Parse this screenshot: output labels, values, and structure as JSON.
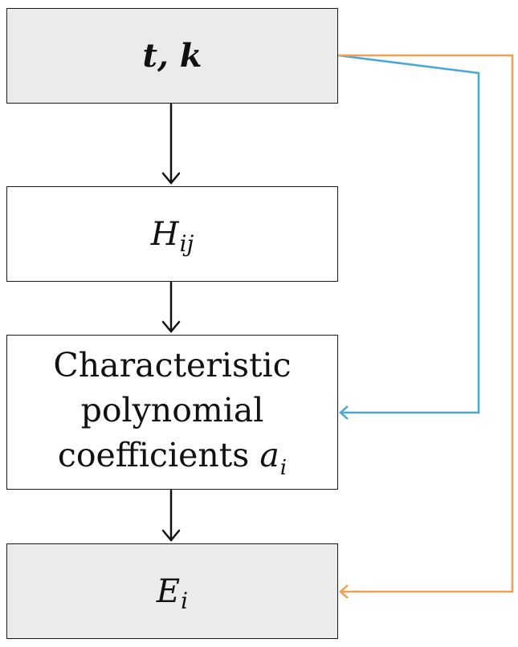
{
  "nodes": {
    "tk": {
      "label": "t, k"
    },
    "h": {
      "symbol": "H",
      "subscript": "ij"
    },
    "cp": {
      "line1": "Characteristic",
      "line2": "polynomial",
      "line3": "coefficients",
      "symbol": "a",
      "subscript": "i"
    },
    "e": {
      "symbol": "E",
      "subscript": "i"
    }
  },
  "colors": {
    "arrow_black": "#111111",
    "arrow_blue": "#4aa8d8",
    "arrow_orange": "#f0a050",
    "box_gray": "#ebebeb"
  }
}
